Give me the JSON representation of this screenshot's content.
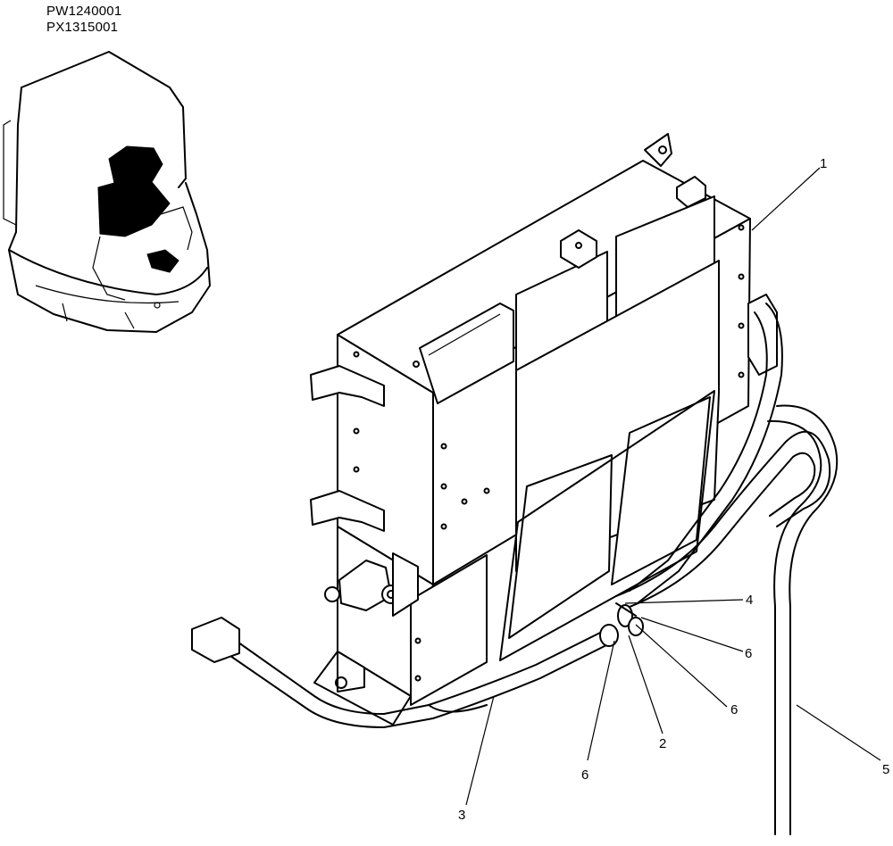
{
  "part_codes": [
    "PW1240001",
    "PX1315001"
  ],
  "callouts": [
    {
      "label": "1"
    },
    {
      "label": "2"
    },
    {
      "label": "3"
    },
    {
      "label": "4"
    },
    {
      "label": "5"
    },
    {
      "label": "6"
    },
    {
      "label": "6"
    },
    {
      "label": "6"
    }
  ]
}
